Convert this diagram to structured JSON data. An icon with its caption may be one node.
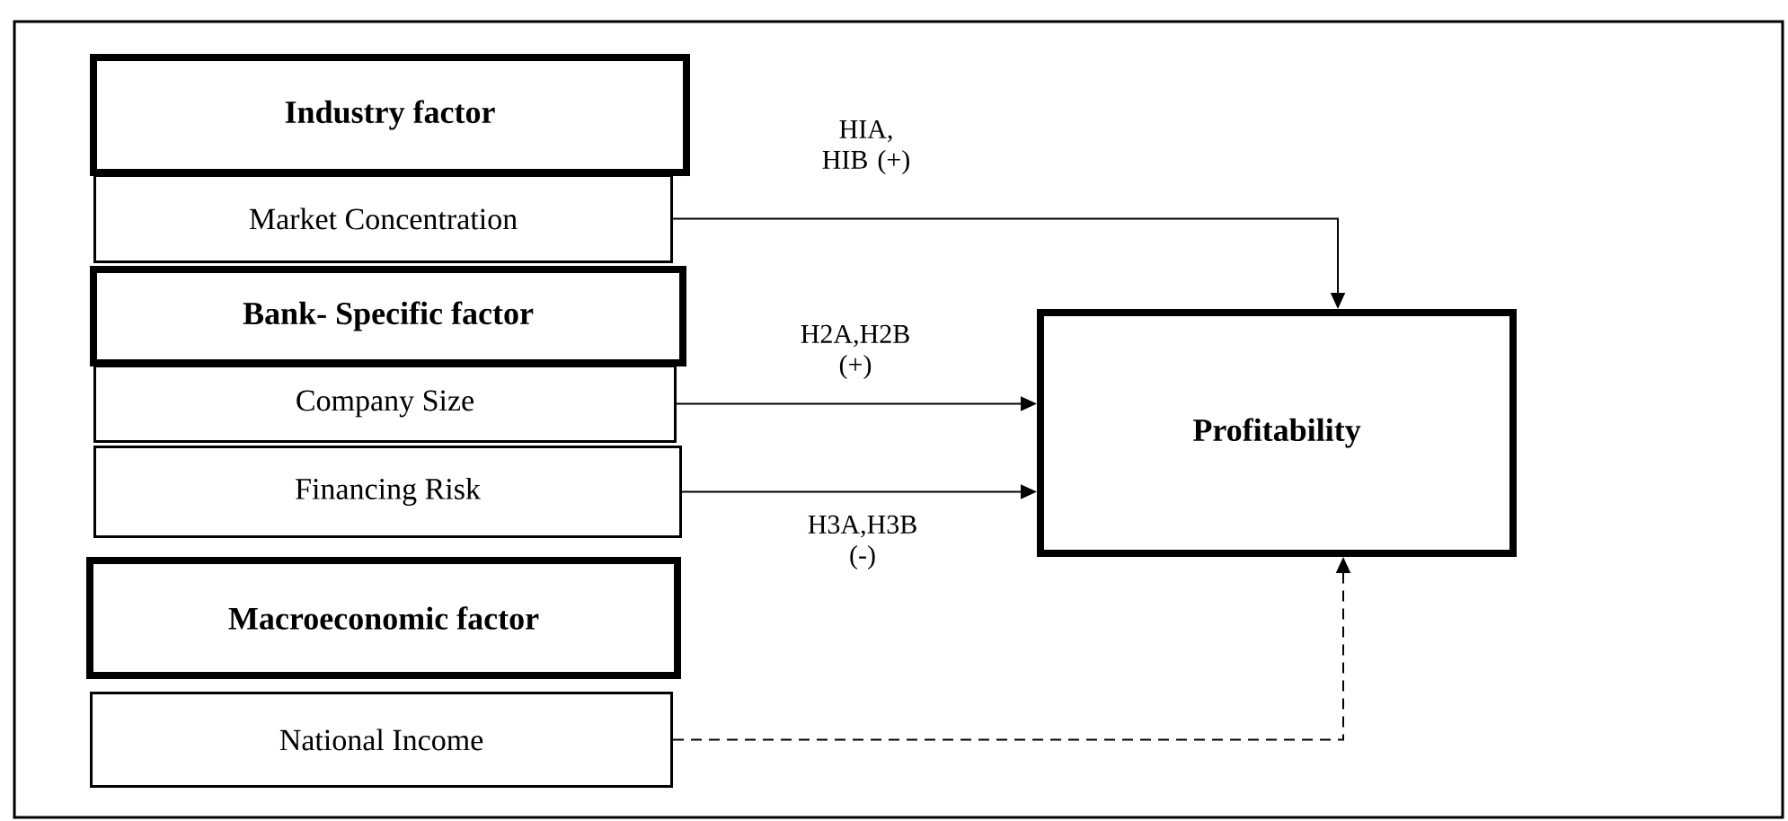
{
  "diagram": {
    "nodes": [
      {
        "text": [
          "Industry factor"
        ]
      },
      {
        "text": [
          "Market Concentration"
        ]
      },
      {
        "text": [
          "Bank- Specific factor"
        ]
      },
      {
        "text": [
          "Company Size"
        ]
      },
      {
        "text": [
          "Financing Risk"
        ]
      },
      {
        "text": [
          "Macroeconomic factor"
        ]
      },
      {
        "text": [
          "National Income"
        ]
      },
      {
        "text": [
          "Profitability"
        ]
      }
    ],
    "edges": [
      {
        "from": 1,
        "to": 7,
        "arrow": "to",
        "label": "HIA, HIB (+)"
      },
      {
        "from": 3,
        "to": 7,
        "arrow": "to",
        "label": "H2A,H2B (+)"
      },
      {
        "from": 4,
        "to": 7,
        "arrow": "to",
        "label": "H3A,H3B (-)"
      },
      {
        "from": 6,
        "to": 7,
        "arrow": "to",
        "style": "dashed"
      }
    ]
  }
}
